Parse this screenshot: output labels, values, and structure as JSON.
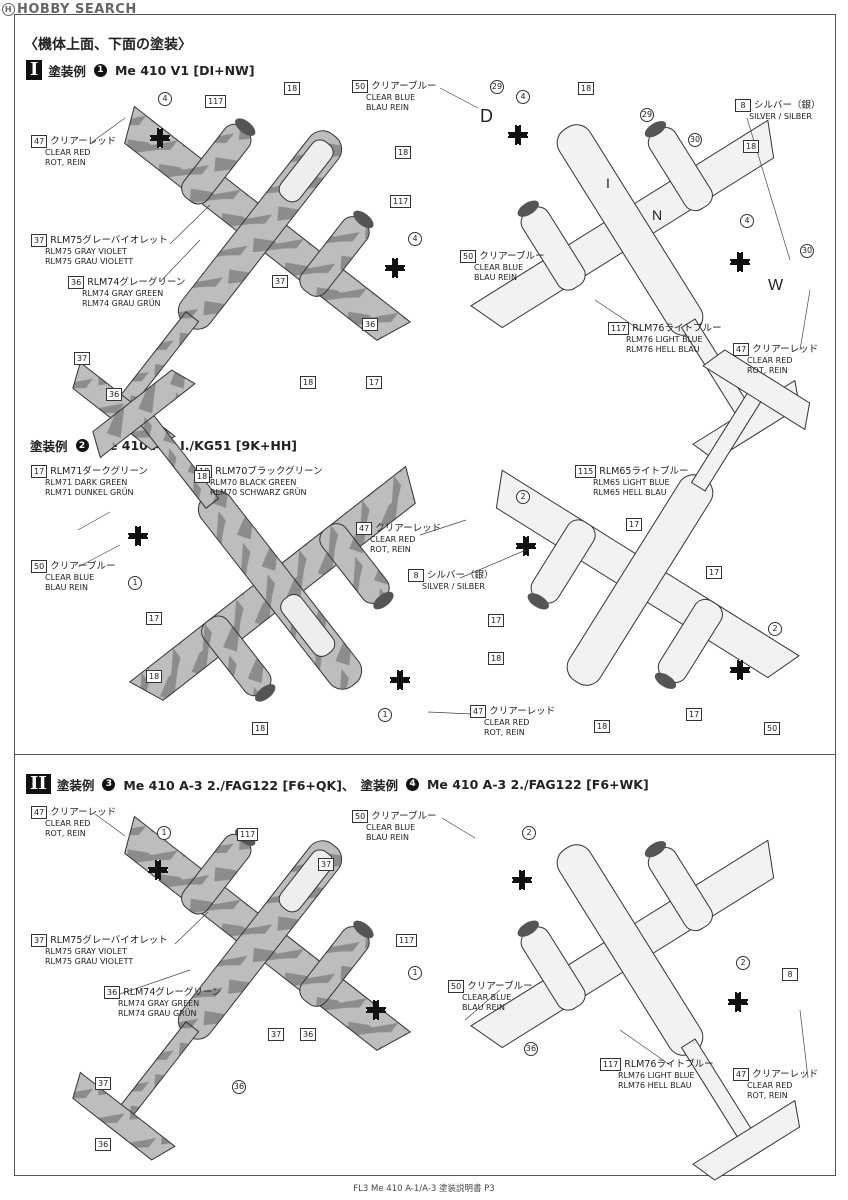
{
  "watermark": "HOBBY SEARCH",
  "title": "〈機体上面、下面の塗装〉",
  "section1": {
    "roman": "I",
    "scheme1": {
      "prefix": "塗装例",
      "num": "1",
      "name": "Me 410 V1 [DI+NW]"
    },
    "scheme2": {
      "prefix": "塗装例",
      "num": "2",
      "name": "Me 410 A-1 I./KG51 [9K+HH]"
    }
  },
  "section2": {
    "roman": "II",
    "heading_a": "塗装例",
    "num_a": "3",
    "name_a": "Me 410 A-3 2./FAG122 [F6+QK]、",
    "heading_b": "塗装例",
    "num_b": "4",
    "name_b": "Me 410 A-3 2./FAG122 [F6+WK]"
  },
  "colors": {
    "c47a": {
      "code": "47",
      "jp": "クリアーレッド",
      "en1": "CLEAR RED",
      "en2": "ROT, REIN"
    },
    "c37a": {
      "code": "37",
      "jp": "RLM75グレーバイオレット",
      "en1": "RLM75 GRAY VIOLET",
      "en2": "RLM75 GRAU VIOLETT"
    },
    "c36a": {
      "code": "36",
      "jp": "RLM74グレーグリーン",
      "en1": "RLM74 GRAY GREEN",
      "en2": "RLM74 GRAU GRÜN"
    },
    "c50a": {
      "code": "50",
      "jp": "クリアーブルー",
      "en1": "CLEAR BLUE",
      "en2": "BLAU REIN"
    },
    "c50b": {
      "code": "50",
      "jp": "クリアーブルー",
      "en1": "CLEAR BLUE",
      "en2": "BLAU REIN"
    },
    "c8a": {
      "code": "8",
      "jp": "シルバー（銀）",
      "en1": "SILVER / SILBER",
      "en2": ""
    },
    "c117a": {
      "code": "117",
      "jp": "RLM76ライトブルー",
      "en1": "RLM76 LIGHT BLUE",
      "en2": "RLM76 HELL BLAU"
    },
    "c47b": {
      "code": "47",
      "jp": "クリアーレッド",
      "en1": "CLEAR RED",
      "en2": "ROT, REIN"
    },
    "c17a": {
      "code": "17",
      "jp": "RLM71ダークグリーン",
      "en1": "RLM71 DARK GREEN",
      "en2": "RLM71 DUNKEL GRÜN"
    },
    "c18a": {
      "code": "18",
      "jp": "RLM70ブラックグリーン",
      "en1": "RLM70 BLACK GREEN",
      "en2": "RLM70 SCHWARZ GRÜN"
    },
    "c50c": {
      "code": "50",
      "jp": "クリアーブルー",
      "en1": "CLEAR BLUE",
      "en2": "BLAU REIN"
    },
    "c115a": {
      "code": "115",
      "jp": "RLM65ライトブルー",
      "en1": "RLM65 LIGHT BLUE",
      "en2": "RLM65 HELL BLAU"
    },
    "c47c": {
      "code": "47",
      "jp": "クリアーレッド",
      "en1": "CLEAR RED",
      "en2": "ROT, REIN"
    },
    "c8b": {
      "code": "8",
      "jp": "シルバー（銀）",
      "en1": "SILVER / SILBER",
      "en2": ""
    },
    "c47d": {
      "code": "47",
      "jp": "クリアーレッド",
      "en1": "CLEAR RED",
      "en2": "ROT, REIN"
    },
    "c47e": {
      "code": "47",
      "jp": "クリアーレッド",
      "en1": "CLEAR RED",
      "en2": "ROT, REIN"
    },
    "c50d": {
      "code": "50",
      "jp": "クリアーブルー",
      "en1": "CLEAR BLUE",
      "en2": "BLAU REIN"
    },
    "c37b": {
      "code": "37",
      "jp": "RLM75グレーバイオレット",
      "en1": "RLM75 GRAY VIOLET",
      "en2": "RLM75 GRAU VIOLETT"
    },
    "c36b": {
      "code": "36",
      "jp": "RLM74グレーグリーン",
      "en1": "RLM74 GRAY GREEN",
      "en2": "RLM74 GRAU GRÜN"
    },
    "c50e": {
      "code": "50",
      "jp": "クリアーブルー",
      "en1": "CLEAR BLUE",
      "en2": "BLAU REIN"
    },
    "c117b": {
      "code": "117",
      "jp": "RLM76ライトブルー",
      "en1": "RLM76 LIGHT BLUE",
      "en2": "RLM76 HELL BLAU"
    },
    "c47f": {
      "code": "47",
      "jp": "クリアーレッド",
      "en1": "CLEAR RED",
      "en2": "ROT, REIN"
    }
  },
  "callouts": {
    "a1": "4",
    "a2": "117",
    "a3": "18",
    "a4": "18",
    "a5": "117",
    "a6": "4",
    "a7": "37",
    "a8": "36",
    "a9": "37",
    "a10": "36",
    "b1": "29",
    "b2": "4",
    "b3": "18",
    "b4": "29",
    "b5": "30",
    "b6": "18",
    "b7": "4",
    "b8": "30",
    "c1": "18",
    "c2": "17",
    "c3": "18",
    "c4": "1",
    "c5": "17",
    "c6": "18",
    "c7": "18",
    "c8": "1",
    "d1": "2",
    "d2": "17",
    "d3": "17",
    "d4": "17",
    "d5": "18",
    "d6": "2",
    "d7": "18",
    "d8": "17",
    "d9": "50",
    "e1": "1",
    "e2": "117",
    "e3": "37",
    "e4": "117",
    "e5": "1",
    "e6": "37",
    "e7": "36",
    "e8": "36",
    "e9": "37",
    "e10": "36",
    "f1": "2",
    "f2": "2",
    "f3": "8",
    "f4": "36"
  },
  "footer": "FL3 Me 410 A-1/A-3 塗装説明書 P3"
}
